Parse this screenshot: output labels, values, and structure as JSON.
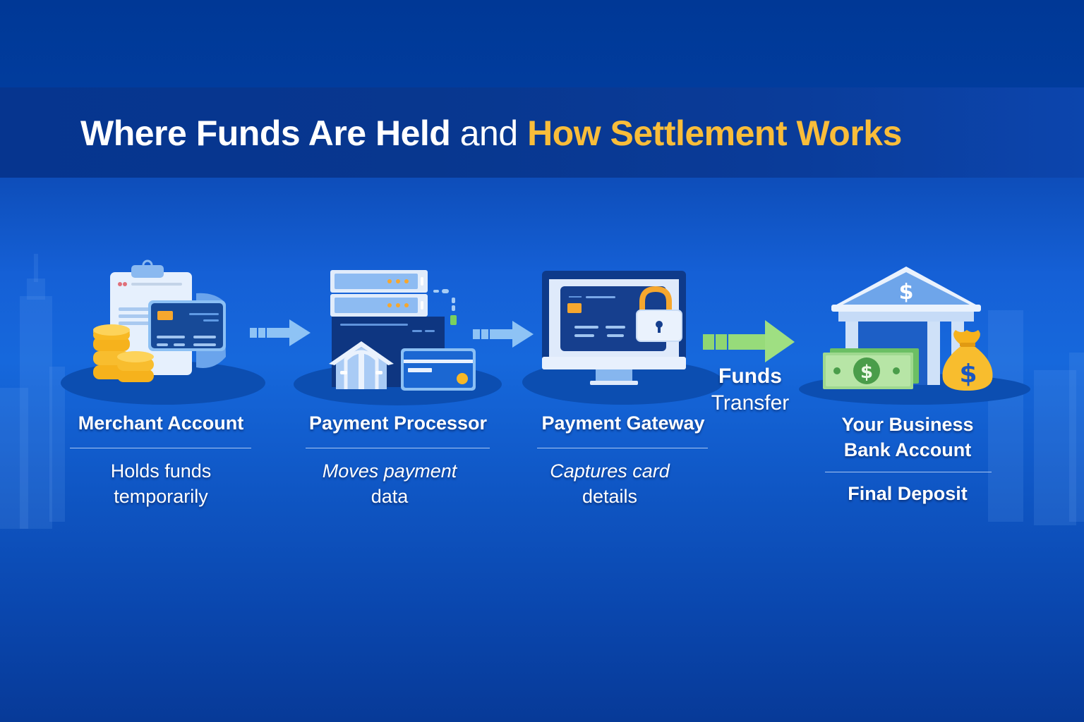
{
  "title": {
    "part1": "Where Funds Are Held",
    "part2": "and",
    "part3": "How Settlement Works"
  },
  "colors": {
    "background": "#1560d6",
    "title_accent": "#f9bd3a",
    "arrow_blue": "#8ec3f5",
    "arrow_green": "#8fd672"
  },
  "steps": [
    {
      "title": "Merchant Account",
      "description_line1": "Holds funds",
      "description_line2": "temporarily",
      "icon": "clipboard-card-coins-icon"
    },
    {
      "title": "Payment Processor",
      "description_line1": "Moves payment",
      "description_line2": "data",
      "icon": "server-store-card-icon"
    },
    {
      "title": "Payment Gateway",
      "description_line1": "Captures card",
      "description_line2": "details",
      "icon": "monitor-card-lock-icon"
    },
    {
      "title_line1": "Your Business",
      "title_line2": "Bank Account",
      "description_line1": "Final Deposit",
      "icon": "bank-cash-moneybag-icon"
    }
  ],
  "connectors": [
    {
      "type": "arrow",
      "color": "blue"
    },
    {
      "type": "arrow",
      "color": "blue"
    },
    {
      "type": "arrow",
      "color": "green",
      "label_line1": "Funds",
      "label_line2": "Transfer"
    }
  ]
}
